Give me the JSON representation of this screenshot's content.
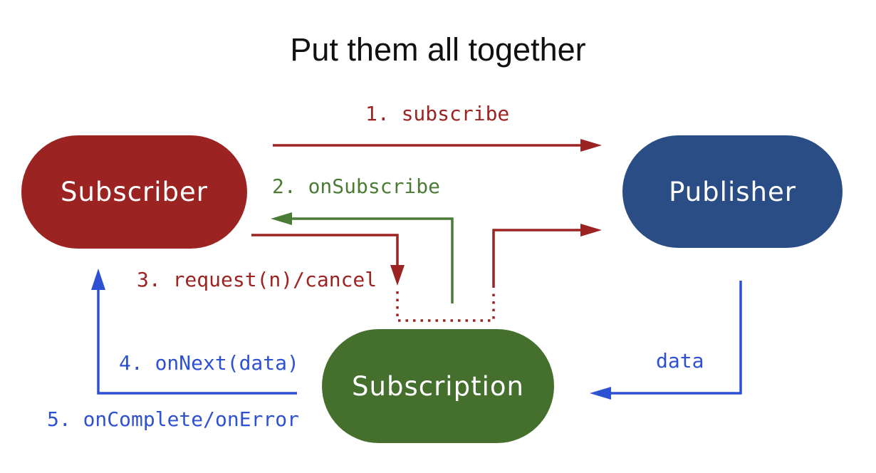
{
  "title": "Put them all together",
  "colors": {
    "red": "#9b2422",
    "blue_box": "#2b4d86",
    "green_box": "#446f2d",
    "green_line": "#4b7c35",
    "blue_line": "#2e51d4",
    "title_text": "#111111",
    "node_text": "#ffffff",
    "background": "#ffffff"
  },
  "nodes": {
    "subscriber": {
      "label": "Subscriber",
      "color": "#9b2422"
    },
    "publisher": {
      "label": "Publisher",
      "color": "#2b4d86"
    },
    "subscription": {
      "label": "Subscription",
      "color": "#446f2d"
    }
  },
  "edges": {
    "subscribe": {
      "label": "1. subscribe",
      "from": "Subscriber",
      "to": "Publisher",
      "color": "#9b2422",
      "style": "solid"
    },
    "on_subscribe": {
      "label": "2. onSubscribe",
      "from": "Subscription",
      "to": "Subscriber",
      "color": "#4b7c35",
      "style": "solid"
    },
    "request_cancel": {
      "label": "3. request(n)/cancel",
      "from": "Subscriber",
      "to": "Publisher",
      "color": "#9b2422",
      "style": "solid-with-dotted-passthrough-subscription"
    },
    "on_next": {
      "label": "4. onNext(data)",
      "from": "Subscription",
      "to": "Subscriber",
      "color": "#2e51d4",
      "style": "solid"
    },
    "on_complete_error": {
      "label": "5. onComplete/onError",
      "from": "Subscription",
      "to": "Subscriber",
      "color": "#2e51d4",
      "style": "solid"
    },
    "data": {
      "label": "data",
      "from": "Publisher",
      "to": "Subscription",
      "color": "#2e51d4",
      "style": "solid"
    }
  }
}
